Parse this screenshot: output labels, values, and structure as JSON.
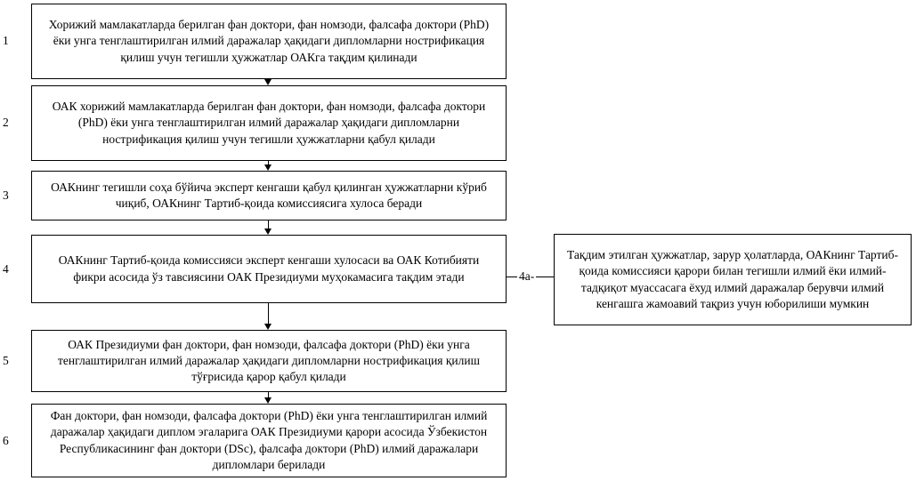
{
  "steps": [
    {
      "num": "1",
      "text": "Хорижий мамлакатларда берилган фан доктори, фан номзоди, фалсафа доктори (PhD) ёки унга тенглаштирилган илмий даражалар ҳақидаги дипломларни нострификация қилиш учун тегишли ҳужжатлар ОАКга тақдим қилинади"
    },
    {
      "num": "2",
      "text": "ОАК хорижий мамлакатларда берилган фан доктори, фан номзоди, фалсафа доктори (PhD) ёки унга тенглаштирилган илмий даражалар ҳақидаги дипломларни нострификация қилиш учун тегишли ҳужжатларни қабул қилади"
    },
    {
      "num": "3",
      "text": "ОАКнинг тегишли соҳа бўйича эксперт кенгаши қабул қилинган ҳужжатларни кўриб чиқиб, ОАКнинг Тартиб-қоида комиссиясига хулоса беради"
    },
    {
      "num": "4",
      "text": "ОАКнинг Тартиб-қоида комиссияси эксперт кенгаши хулосаси ва ОАК Котибияти фикри асосида ўз тавсиясини ОАК Президиуми муҳокамасига тақдим этади"
    },
    {
      "num": "5",
      "text": "ОАК Президиуми фан доктори, фан номзоди, фалсафа доктори (PhD) ёки унга тенглаштирилган илмий даражалар ҳақидаги дипломларни нострификация қилиш тўғрисида қарор қабул қилади"
    },
    {
      "num": "6",
      "text": "Фан доктори, фан номзоди, фалсафа доктори (PhD) ёки унга тенглаштирилган илмий даражалар ҳақидаги диплом эгаларига ОАК Президиуми қарори асосида Ўзбекистон Республикасининг фан доктори (DSc), фалсафа доктори (PhD) илмий даражалари дипломлари берилади"
    }
  ],
  "side_note": {
    "text": "Тақдим этилган ҳужжатлар, зарур ҳолатларда, ОАКнинг Тартиб-қоида комиссияси қарори билан тегишли илмий ёки илмий-тадқиқот муассасага ёхуд илмий даражалар берувчи илмий кенгашга жамоавий тақриз учун юборилиши мумкин"
  },
  "connector": {
    "label": "4а-"
  },
  "colors": {
    "line": "#000000",
    "background": "#ffffff"
  }
}
